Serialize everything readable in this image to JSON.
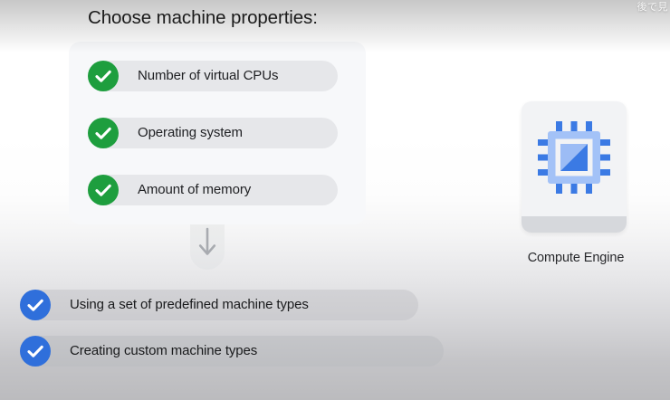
{
  "overlay": {
    "watch_later_label": "後で見"
  },
  "heading": {
    "text": "Choose machine properties:"
  },
  "properties_card": {
    "items": [
      {
        "label": "Number of virtual CPUs",
        "check_color": "#1e9e3e",
        "icon": "check-circle-icon"
      },
      {
        "label": "Operating system",
        "check_color": "#1e9e3e",
        "icon": "check-circle-icon"
      },
      {
        "label": "Amount of memory",
        "check_color": "#1e9e3e",
        "icon": "check-circle-icon"
      }
    ]
  },
  "connector": {
    "icon": "arrow-down-icon"
  },
  "options": {
    "items": [
      {
        "label": "Using a set of predefined machine types",
        "check_color": "#2f6fdb",
        "icon": "check-circle-icon"
      },
      {
        "label": "Creating custom machine types",
        "check_color": "#2f6fdb",
        "icon": "check-circle-icon"
      }
    ]
  },
  "product": {
    "name": "Compute Engine",
    "icon": "cpu-chip-icon",
    "icon_colors": {
      "pins": "#3b7ae4",
      "body": "#a3c2f7",
      "inner_light": "#9cbcf5",
      "inner_dark": "#3b7ae4",
      "card": "#f2f3f5",
      "card_base": "#d6d8dc"
    }
  },
  "colors": {
    "green_check": "#1e9e3e",
    "blue_check": "#2f6fdb",
    "pill_grey": "#e6e7ea",
    "card_white": "#f7f8fa",
    "text_dark": "#202124"
  }
}
